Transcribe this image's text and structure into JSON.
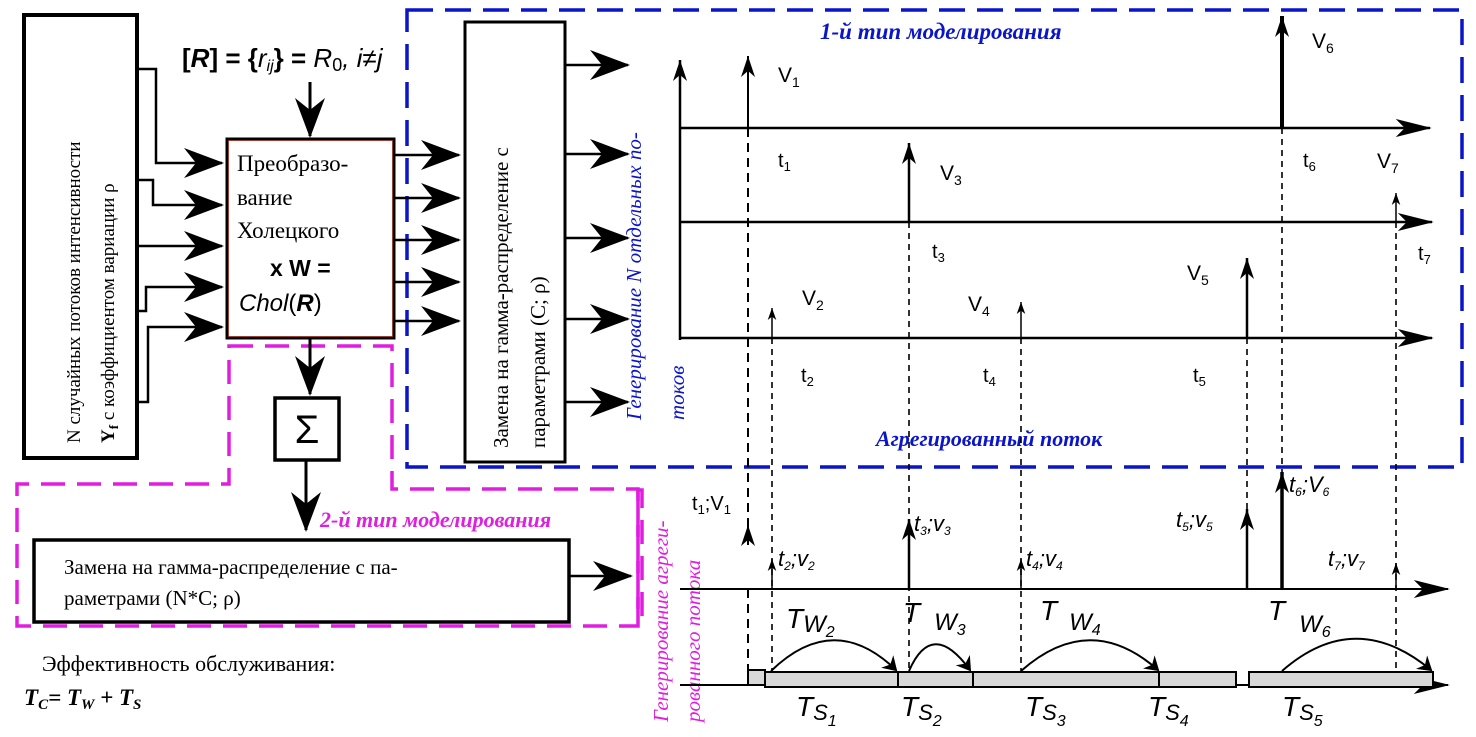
{
  "colors": {
    "blue_frame": "#0a14c8",
    "magenta_frame": "#e01ee0",
    "box_border": "#000000",
    "service_bar_fill": "#d8d8d8"
  },
  "source_box": {
    "line1": "N случайных потоков интенсивности",
    "line2_prefix": "Y",
    "line2_sub": "f",
    "line2_rest": " с коэффициентом вариации ρ"
  },
  "correlation_formula": {
    "text_a": "[",
    "R": "R",
    "text_b": "] = {",
    "r": "r",
    "r_sub": "ij",
    "text_c": "} = ",
    "R0": "R",
    "R0_sub": "0",
    "text_d": ",  i≠j"
  },
  "cholesky_box": {
    "line1": "Преобразо-",
    "line2": "вание",
    "line3": "Холецкого",
    "line4": "x W =",
    "line5_a": "Chol",
    "line5_b": "(",
    "line5_c": "R",
    "line5_d": ")"
  },
  "sum_box": {
    "symbol": "Σ"
  },
  "gamma_box_1": {
    "line1": "Замена на гамма-распределение с",
    "line2": "параметрами (C; ρ)"
  },
  "gamma_box_2": {
    "line1": "Замена на гамма-распределение с па-",
    "line2": "раметрами (N*C; ρ)"
  },
  "efficiency": {
    "label": "Эффективность обслуживания:",
    "formula": {
      "tc": "T",
      "tc_sub": "C",
      "eq": "= ",
      "tw": "T",
      "tw_sub": "W",
      "plus": " + ",
      "ts": "T",
      "ts_sub": "S"
    }
  },
  "frames": {
    "type1_title": "1-й тип моделирования",
    "type2_title": "2-й тип моделирования",
    "aggregated_label": "Агрегированный поток",
    "individual_vertical_line1": "Генерирование N отдельных по-",
    "individual_vertical_line2": "токов",
    "aggregated_vertical_line1": "Генерирование агреги-",
    "aggregated_vertical_line2": "рованного потока"
  },
  "streams": {
    "events": [
      {
        "v": "V",
        "n": "1",
        "t": "t",
        "stream": 1
      },
      {
        "v": "V",
        "n": "2",
        "t": "t",
        "stream": 3
      },
      {
        "v": "V",
        "n": "3",
        "t": "t",
        "stream": 2
      },
      {
        "v": "V",
        "n": "4",
        "t": "t",
        "stream": 3
      },
      {
        "v": "V",
        "n": "5",
        "t": "t",
        "stream": 3
      },
      {
        "v": "V",
        "n": "6",
        "t": "t",
        "stream": 1
      },
      {
        "v": "V",
        "n": "7",
        "t": "t",
        "stream": 2
      }
    ]
  },
  "aggregated": {
    "labels": [
      {
        "t": "t",
        "n": "1",
        "v": "V"
      },
      {
        "t": "t",
        "n": "2",
        "v": "v"
      },
      {
        "t": "t",
        "n": "3",
        "v": "v"
      },
      {
        "t": "t",
        "n": "4",
        "v": "v"
      },
      {
        "t": "t",
        "n": "5",
        "v": "v"
      },
      {
        "t": "t",
        "n": "6",
        "v": "V"
      },
      {
        "t": "t",
        "n": "7",
        "v": "v"
      }
    ],
    "wait_labels": [
      {
        "T": "T",
        "W": "W",
        "n": "2"
      },
      {
        "T": "T",
        "W": "W",
        "n": "3"
      },
      {
        "T": "T",
        "W": "W",
        "n": "4"
      },
      {
        "T": "T",
        "W": "W",
        "n": "6"
      }
    ],
    "service_labels": [
      {
        "T": "T",
        "S": "S",
        "n": "1"
      },
      {
        "T": "T",
        "S": "S",
        "n": "2"
      },
      {
        "T": "T",
        "S": "S",
        "n": "3"
      },
      {
        "T": "T",
        "S": "S",
        "n": "4"
      },
      {
        "T": "T",
        "S": "S",
        "n": "5"
      }
    ]
  }
}
